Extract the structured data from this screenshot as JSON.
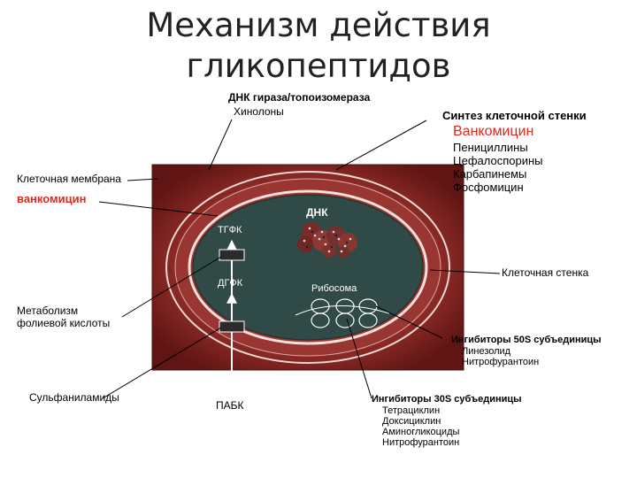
{
  "title": {
    "line1": "Механизм действия",
    "line2": "гликопептидов"
  },
  "labels": {
    "dna_gyrase": "ДНК гираза/топоизомераза",
    "quinolones": "Хинолоны",
    "cell_wall_synthesis": "Синтез клеточной стенки",
    "vancomycin_top": "Ванкомицин",
    "cell_wall_drugs": [
      "Пенициллины",
      "Цефалоспорины",
      "Карбапинемы",
      "Фосфомицин"
    ],
    "cell_membrane": "Клеточная мембрана",
    "vancomycin_left": "ванкомицин",
    "dna": "ДНК",
    "tgfk": "ТГФК",
    "dgfk": "ДГФК",
    "ribosome": "Рибосома",
    "cell_wall": "Клеточная стенка",
    "folic_metabolism": [
      "Метаболизм",
      "фолиевой кислоты"
    ],
    "inhibitors_50s": "Ингибиторы 50S субъединицы",
    "inhibitors_50s_drugs": [
      "Линезолид",
      "Нитрофурантоин"
    ],
    "sulfonamides": "Сульфаниламиды",
    "pabk": "ПАБК",
    "inhibitors_30s": "Ингибиторы 30S субъединицы",
    "inhibitors_30s_drugs": [
      "Тетрациклин",
      "Доксициклин",
      "Аминогликоциды",
      "Нитрофурантоин"
    ]
  },
  "colors": {
    "outer_wall": "#7a1f1e",
    "mid_wall": "#a83e36",
    "cytoplasm": "#2f4a47",
    "highlight_red": "#e0291b"
  }
}
